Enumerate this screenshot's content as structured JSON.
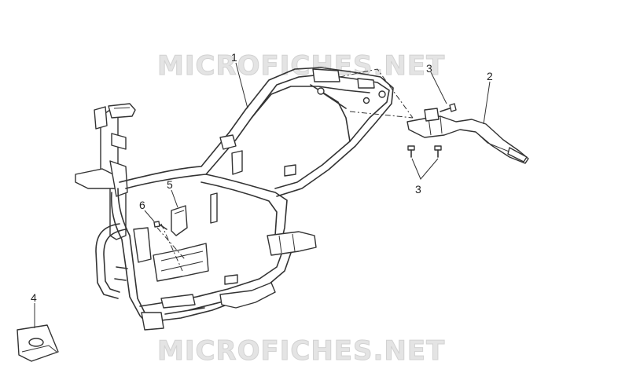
{
  "watermark": {
    "text": "MICROFICHES.NET"
  },
  "callouts": {
    "frame": "1",
    "bracket": "2",
    "screw_top": "3",
    "screws_bottom": "3",
    "clip": "4",
    "plate": "5",
    "bolt": "6"
  },
  "parts": [
    "frame",
    "rear-bracket",
    "screw",
    "clip-nut",
    "plate",
    "bolt"
  ]
}
